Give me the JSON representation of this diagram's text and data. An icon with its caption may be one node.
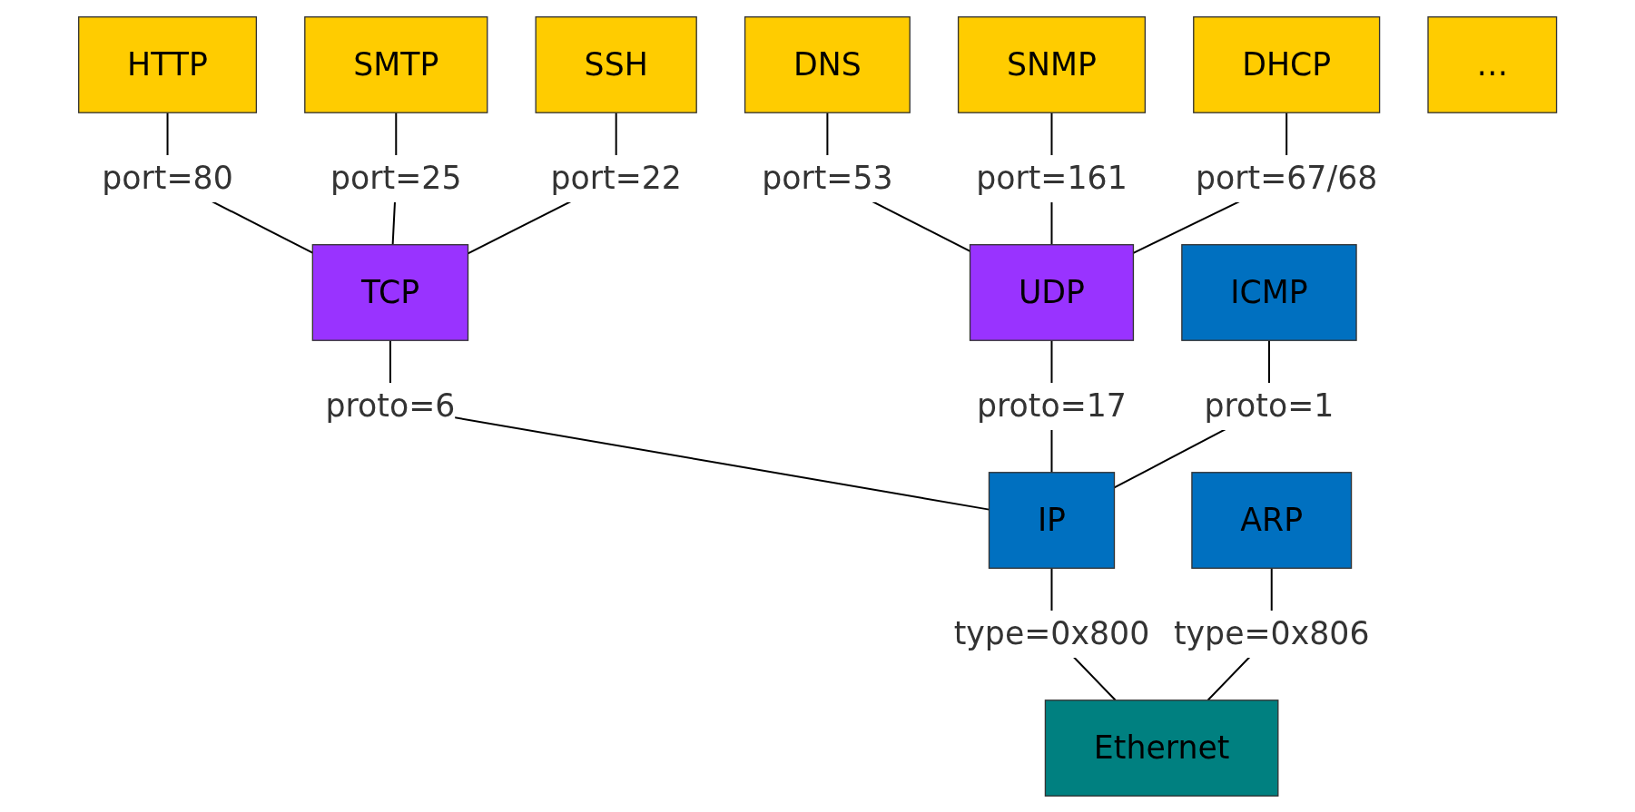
{
  "diagram": {
    "nodes": [
      {
        "text": [
          "HTTP"
        ]
      },
      {
        "text": [
          "SMTP"
        ]
      },
      {
        "text": [
          "SSH"
        ]
      },
      {
        "text": [
          "DNS"
        ]
      },
      {
        "text": [
          "SNMP"
        ]
      },
      {
        "text": [
          "DHCP"
        ]
      },
      {
        "text": [
          "…"
        ]
      },
      {
        "text": [
          "TCP"
        ]
      },
      {
        "text": [
          "UDP"
        ]
      },
      {
        "text": [
          "ICMP"
        ]
      },
      {
        "text": [
          "IP"
        ]
      },
      {
        "text": [
          "ARP"
        ]
      },
      {
        "text": [
          "Ethernet"
        ]
      }
    ],
    "edges": [
      {
        "from": 0,
        "to": 7,
        "arrow": "none",
        "label": "port=80"
      },
      {
        "from": 1,
        "to": 7,
        "arrow": "none",
        "label": "port=25"
      },
      {
        "from": 2,
        "to": 7,
        "arrow": "none",
        "label": "port=22"
      },
      {
        "from": 3,
        "to": 8,
        "arrow": "none",
        "label": "port=53"
      },
      {
        "from": 4,
        "to": 8,
        "arrow": "none",
        "label": "port=161"
      },
      {
        "from": 5,
        "to": 8,
        "arrow": "none",
        "label": "port=67/68"
      },
      {
        "from": 7,
        "to": 10,
        "arrow": "none",
        "label": "proto=6"
      },
      {
        "from": 8,
        "to": 10,
        "arrow": "none",
        "label": "proto=17"
      },
      {
        "from": 9,
        "to": 10,
        "arrow": "none",
        "label": "proto=1"
      },
      {
        "from": 10,
        "to": 12,
        "arrow": "none",
        "label": "type=0x800"
      },
      {
        "from": 11,
        "to": 12,
        "arrow": "none",
        "label": "type=0x806"
      }
    ]
  }
}
